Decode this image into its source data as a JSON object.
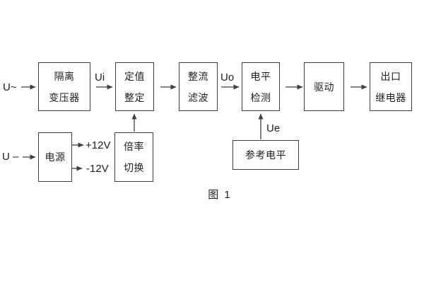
{
  "figure": {
    "caption": "图 1"
  },
  "colors": {
    "line": "#3f3f3f",
    "text": "#1e1e1e",
    "background": "#ffffff"
  },
  "blocks": {
    "isolation_transformer": {
      "line1": "隔离",
      "line2": "变压器"
    },
    "setpoint_adjust": {
      "line1": "定值",
      "line2": "整定"
    },
    "rectify_filter": {
      "line1": "整流",
      "line2": "滤波"
    },
    "level_detect": {
      "line1": "电平",
      "line2": "检测"
    },
    "driver": {
      "line1": "驱动"
    },
    "output_relay": {
      "line1": "出口",
      "line2": "继电器"
    },
    "power_supply": {
      "line1": "电源"
    },
    "ratio_switch": {
      "line1": "倍率",
      "line2": "切换"
    },
    "reference_level": {
      "line1": "参考电平"
    }
  },
  "labels": {
    "ac_input": "U~",
    "dc_input": "U –",
    "ui": "Ui",
    "uo": "Uo",
    "ue": "Ue",
    "plus_12v": "+12V",
    "minus_12v": "-12V"
  }
}
